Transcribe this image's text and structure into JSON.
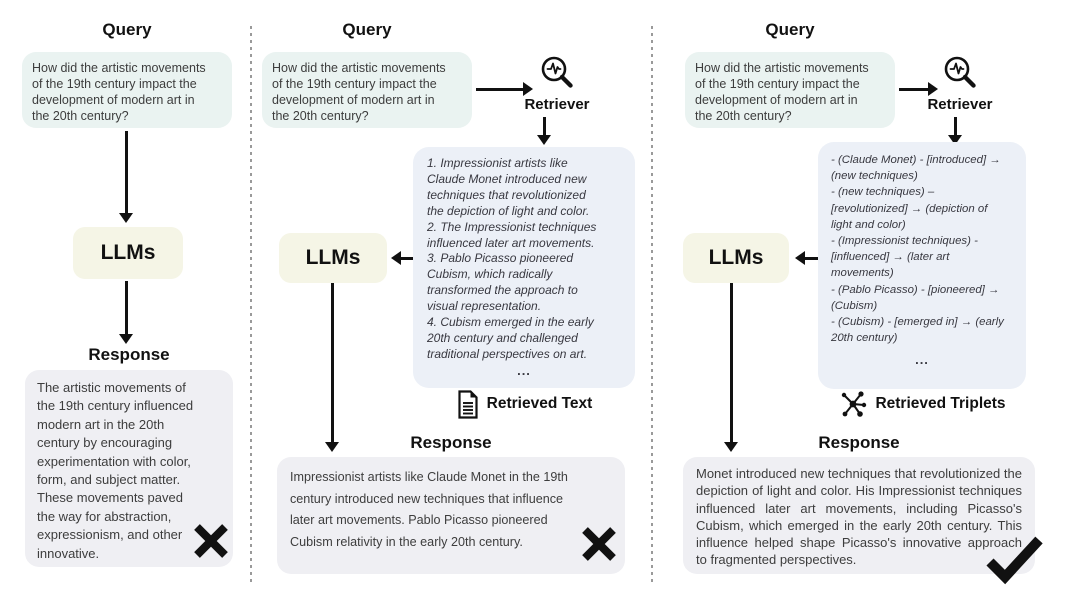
{
  "figure": {
    "panels": [
      {
        "name": "llm-only",
        "query_title": "Query",
        "query_text": "How did the artistic movements\nof the 19th century impact the\ndevelopment of modern art in\nthe 20th century?",
        "llms_label": "LLMs",
        "response_title": "Response",
        "response_text": "The artistic movements of\nthe 19th century influenced\nmodern art in the 20th\ncentury by encouraging\nexperimentation with color,\nform, and subject matter.\nThese movements paved\nthe way for abstraction,\nexpressionism, and other\ninnovative.",
        "verdict": "incorrect"
      },
      {
        "name": "text-rag",
        "query_title": "Query",
        "query_text": "How did the artistic movements\nof the 19th century impact the\ndevelopment of modern art in\nthe 20th century?",
        "retriever_label": "Retriever",
        "retrieved_items_text": "1. Impressionist artists like\nClaude Monet introduced new\ntechniques that revolutionized\nthe depiction of light and color.\n2. The Impressionist techniques\ninfluenced later art movements.\n3. Pablo Picasso pioneered\nCubism, which radically\ntransformed the approach to\nvisual representation.\n4. Cubism emerged in the early\n20th century and challenged\ntraditional perspectives on art.",
        "retrieved_ellipsis": "...",
        "retrieved_caption": "Retrieved Text",
        "llms_label": "LLMs",
        "response_title": "Response",
        "response_text": "Impressionist artists like Claude Monet in the 19th\ncentury introduced new techniques that influence\nlater art movements. Pablo Picasso pioneered\nCubism relativity in the early 20th century.",
        "verdict": "incorrect"
      },
      {
        "name": "graph-rag",
        "query_title": "Query",
        "query_text": "How did the artistic movements\nof the 19th century impact the\ndevelopment of modern art in\nthe 20th century?",
        "retriever_label": "Retriever",
        "retrieved_items_text": "- (Claude Monet) - [introduced] →\n(new techniques)\n- (new techniques) –\n[revolutionized] → (depiction of\nlight and color)\n- (Impressionist techniques) -\n[influenced] → (later art\nmovements)\n- (Pablo Picasso) - [pioneered] →\n(Cubism)\n- (Cubism) - [emerged in] → (early\n20th century)",
        "retrieved_ellipsis": "...",
        "retrieved_caption": "Retrieved Triplets",
        "llms_label": "LLMs",
        "response_title": "Response",
        "response_text": "Monet introduced new techniques that revolutionized the depiction of light and color. His Impressionist techniques influenced later art movements, including Picasso's Cubism, which emerged in the early 20th century. This influence helped shape Picasso's innovative approach to fragmented perspectives.",
        "verdict": "correct"
      }
    ]
  },
  "colors": {
    "query_bubble": "#eaf3f1",
    "llms_box": "#f5f5e6",
    "retrieved_box": "#ecf0f7",
    "response_box": "#efeff3",
    "arrow": "#111111",
    "heading_text": "#111111",
    "body_text": "#3d3d3d",
    "divider": "#9a9a9a"
  }
}
